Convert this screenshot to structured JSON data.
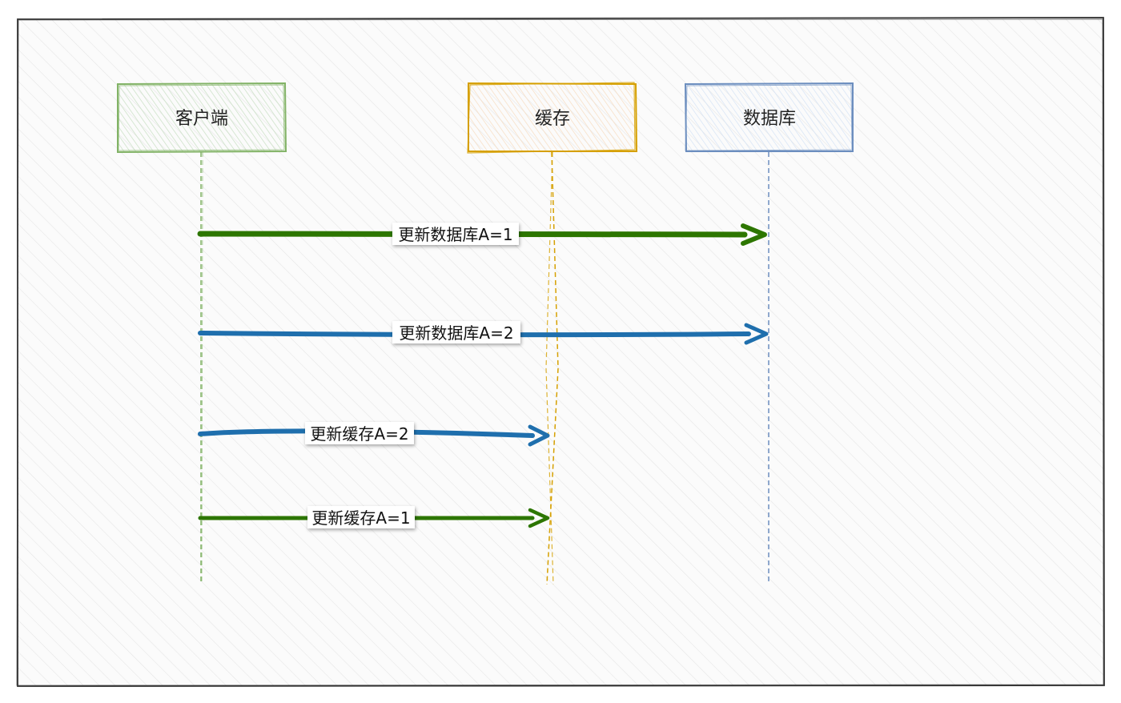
{
  "diagram": {
    "type": "sequence",
    "participants": [
      {
        "id": "client",
        "label": "客户端",
        "stroke": "#82b366",
        "fill": "#d5e8d4"
      },
      {
        "id": "cache",
        "label": "缓存",
        "stroke": "#d6a000",
        "fill": "#ffe6cc"
      },
      {
        "id": "db",
        "label": "数据库",
        "stroke": "#6c8ebf",
        "fill": "#dae8fc"
      }
    ],
    "messages": [
      {
        "from": "client",
        "to": "db",
        "label": "更新数据库A=1",
        "color": "#2d7600"
      },
      {
        "from": "client",
        "to": "db",
        "label": "更新数据库A=2",
        "color": "#1f6fad"
      },
      {
        "from": "client",
        "to": "cache",
        "label": "更新缓存A=2",
        "color": "#1f6fad"
      },
      {
        "from": "client",
        "to": "cache",
        "label": "更新缓存A=1",
        "color": "#2d7600"
      }
    ]
  }
}
